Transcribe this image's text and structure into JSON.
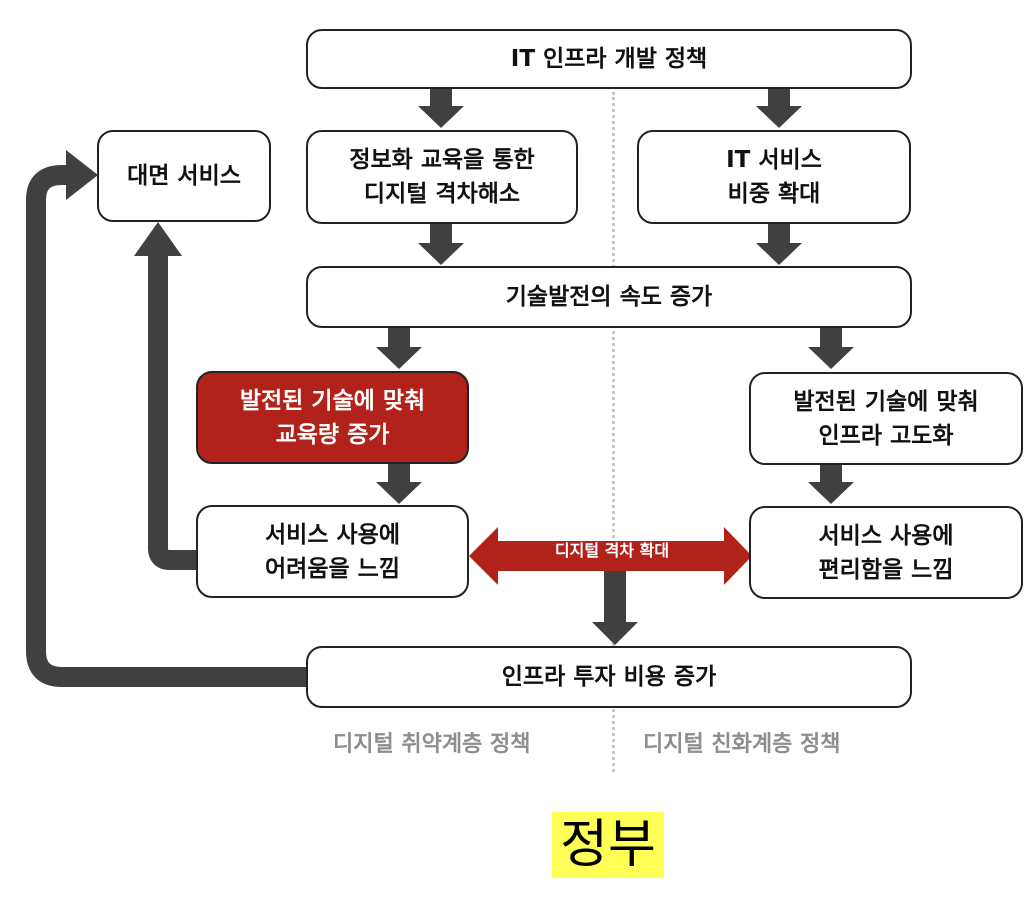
{
  "nodes": {
    "it_infra_policy": "IT 인프라 개발 정책",
    "face_to_face": "대면 서비스",
    "edu_gap": [
      "정보화 교육을 통한",
      "디지털 격차해소"
    ],
    "it_service": [
      "IT 서비스",
      "비중 확대"
    ],
    "tech_speed": "기술발전의 속도 증가",
    "edu_increase": [
      "발전된 기술에 맞춰",
      "교육량 증가"
    ],
    "infra_upgrade": [
      "발전된 기술에 맞춰",
      "인프라 고도화"
    ],
    "difficulty": [
      "서비스 사용에",
      "어려움을 느낌"
    ],
    "convenience": [
      "서비스 사용에",
      "편리함을 느낌"
    ],
    "infra_cost": "인프라 투자 비용 증가"
  },
  "gap_arrow_label": "디지털 격차 확대",
  "footer": {
    "left": "디지털 취약계층 정책",
    "right": "디지털 친화계층 정책"
  },
  "stamp_label": "정부",
  "colors": {
    "arrow": "#404040",
    "highlight": "#b1231a",
    "stamp_bg": "#ffff55",
    "footer_text": "#8e8e8e"
  }
}
